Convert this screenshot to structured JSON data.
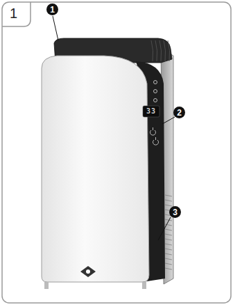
{
  "diagram": {
    "labels": [
      "1",
      "1",
      "2",
      "3",
      "33"
    ]
  }
}
